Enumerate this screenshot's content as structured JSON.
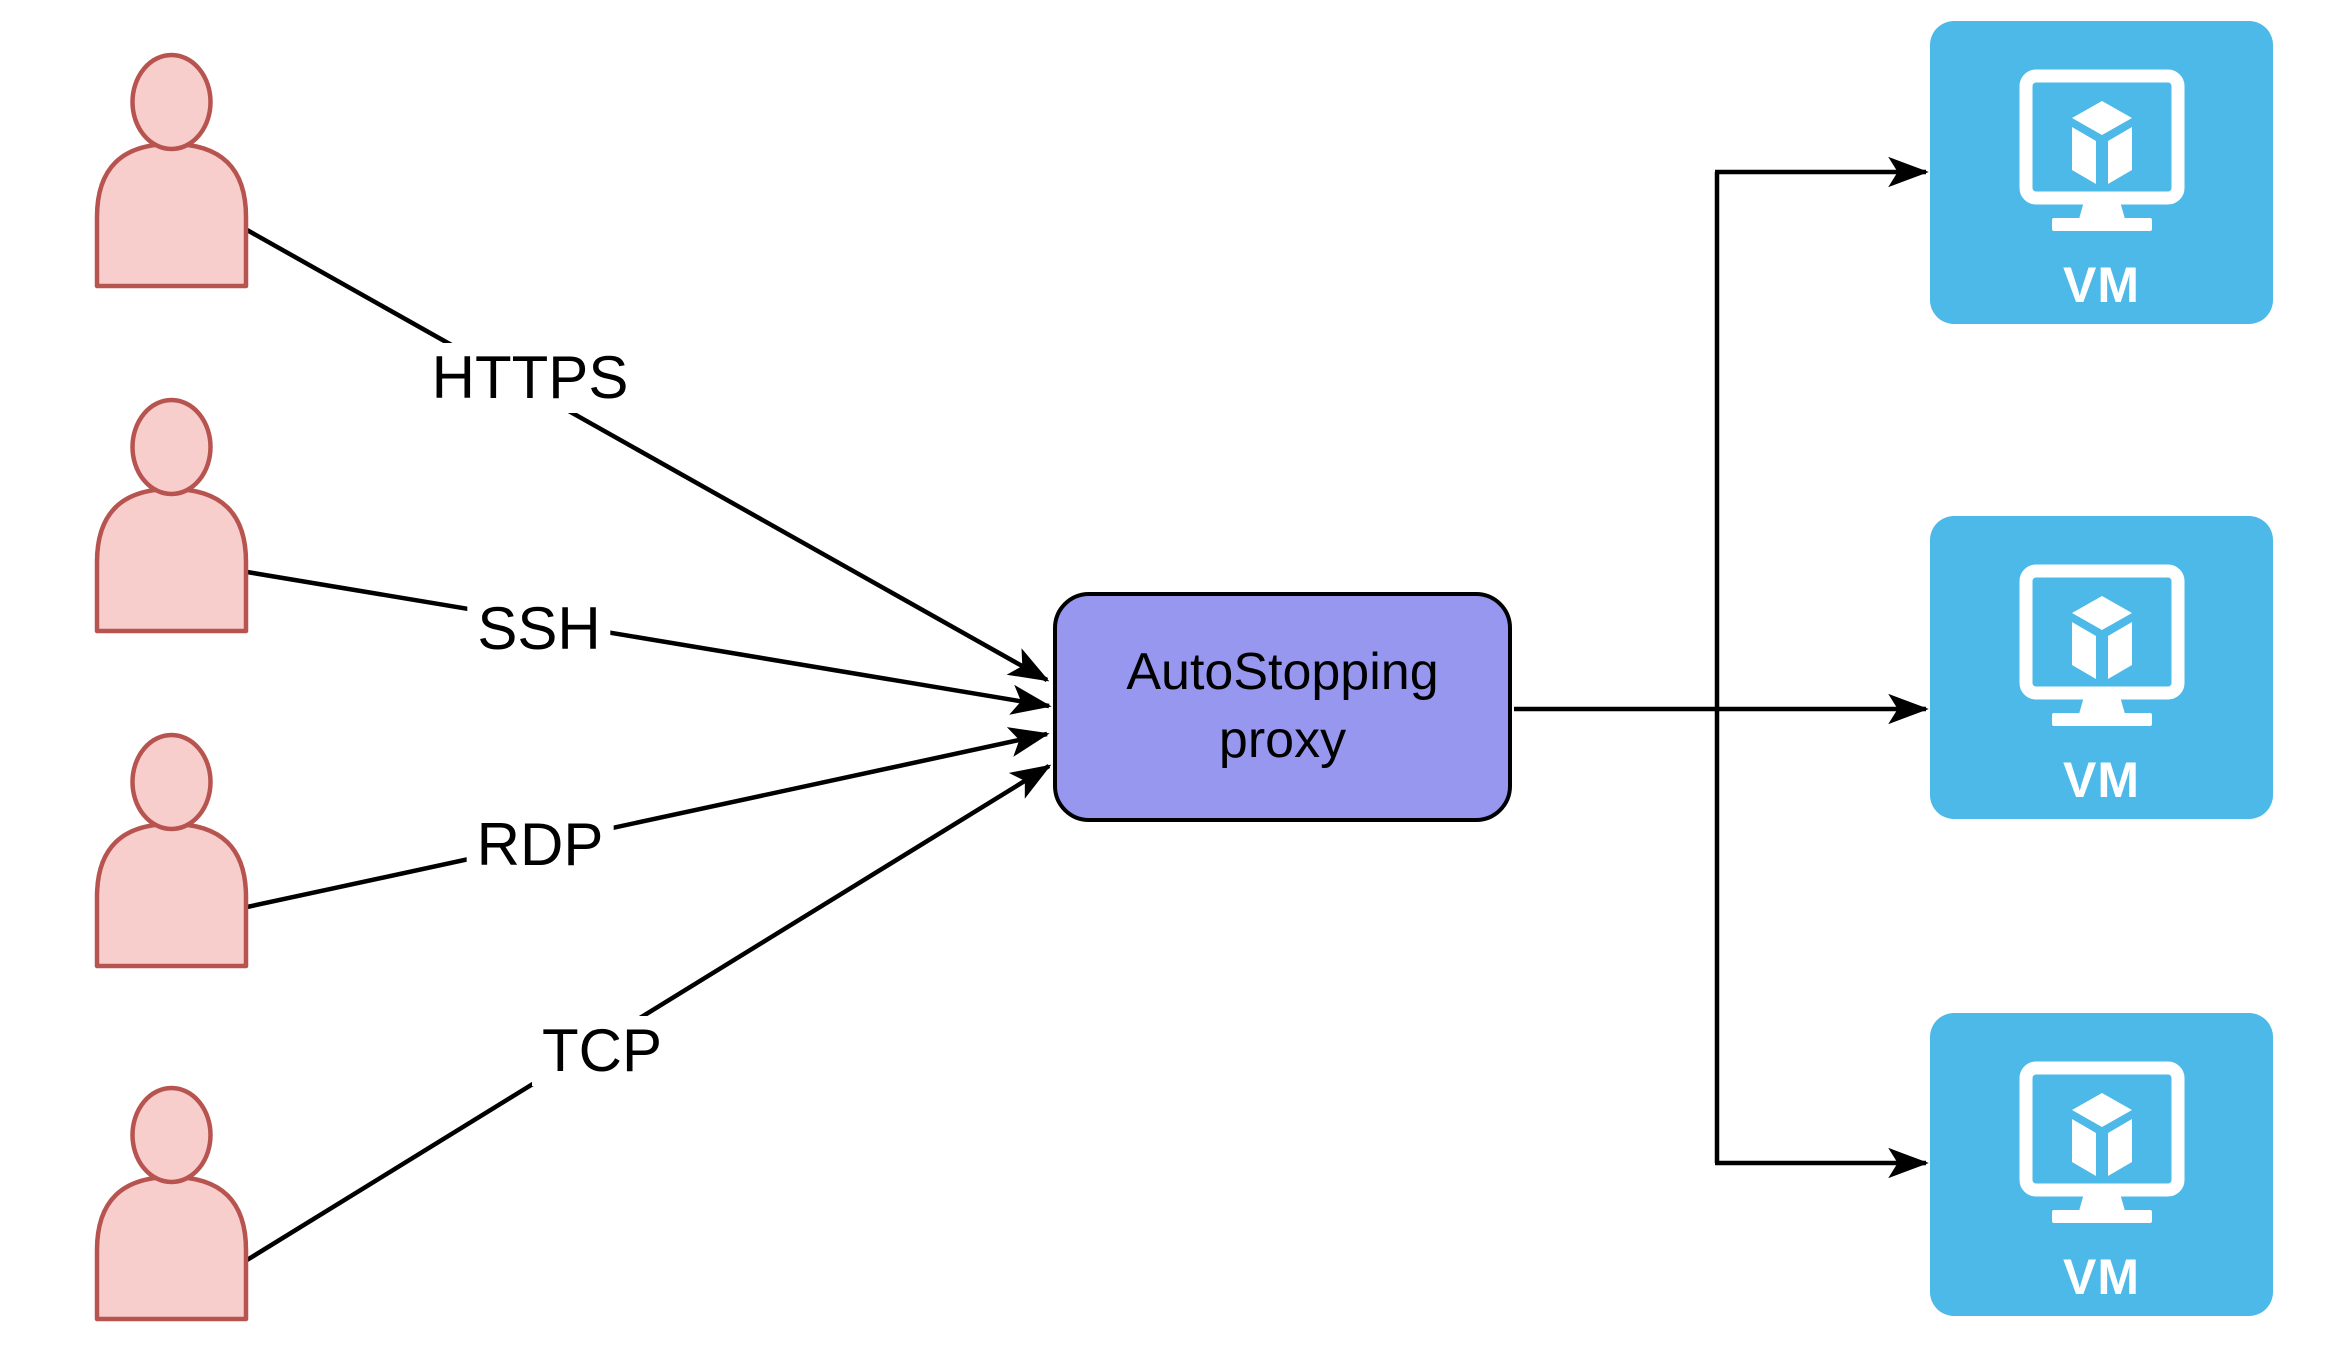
{
  "diagram": {
    "users": [
      {
        "icon": "user-icon",
        "protocol": "HTTPS"
      },
      {
        "icon": "user-icon",
        "protocol": "SSH"
      },
      {
        "icon": "user-icon",
        "protocol": "RDP"
      },
      {
        "icon": "user-icon",
        "protocol": "TCP"
      }
    ],
    "proxy": {
      "label_line1": "AutoStopping",
      "label_line2": "proxy"
    },
    "vms": [
      {
        "icon": "vm-monitor-icon",
        "label": "VM"
      },
      {
        "icon": "vm-monitor-icon",
        "label": "VM"
      },
      {
        "icon": "vm-monitor-icon",
        "label": "VM"
      }
    ],
    "colors": {
      "background": "#FFFFFF",
      "actor_fill": "#F8CECC",
      "actor_stroke": "#B85450",
      "proxy_fill": "#9797F0",
      "proxy_stroke": "#000000",
      "proxy_text": "#000000",
      "vm_fill": "#4DB9E8",
      "vm_icon": "#FFFFFF",
      "vm_text": "#FFFFFF",
      "connector": "#000000",
      "label_text": "#000000",
      "label_background": "#FFFFFF"
    }
  }
}
